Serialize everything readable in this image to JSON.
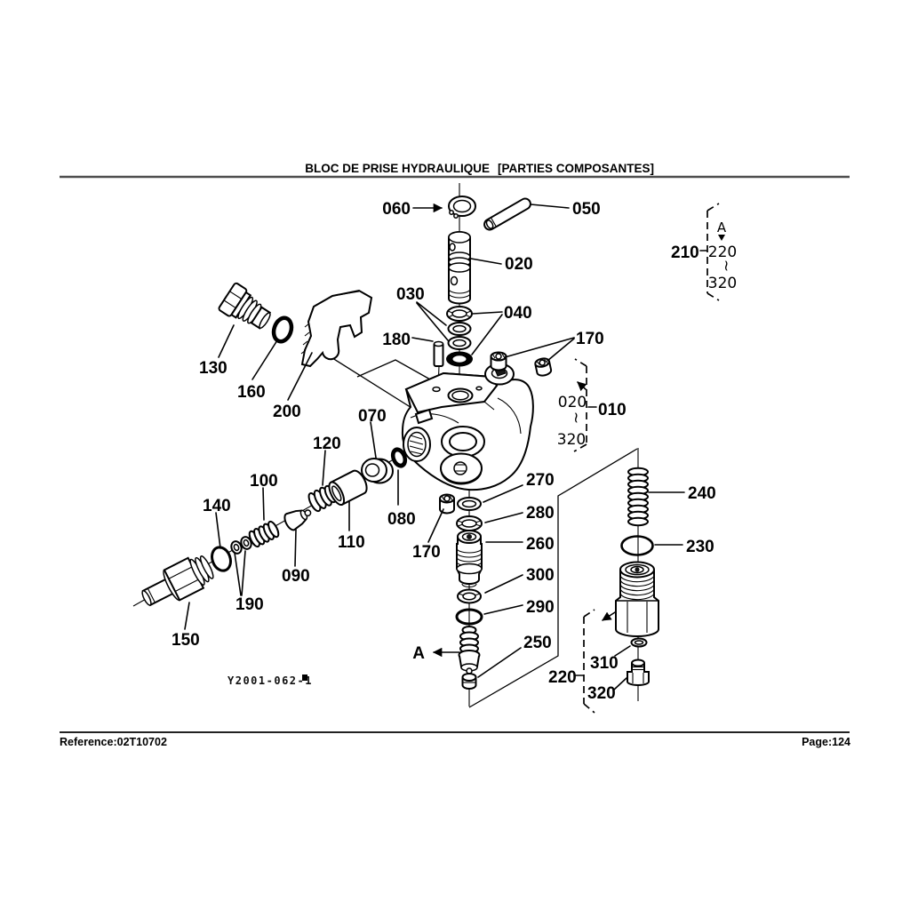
{
  "header": {
    "title_main": "BLOC DE PRISE HYDRAULIQUE",
    "title_sub": "[PARTIES COMPOSANTES]"
  },
  "footer": {
    "reference": "Reference:02T10702",
    "page": "Page:124"
  },
  "figure_code": "Y2001-062-1",
  "diagram": {
    "part_labels": {
      "p010": "010",
      "p020": "020",
      "p030": "030",
      "p040": "040",
      "p050": "050",
      "p060": "060",
      "p070": "070",
      "p080": "080",
      "p090": "090",
      "p100": "100",
      "p110": "110",
      "p120": "120",
      "p130": "130",
      "p140": "140",
      "p150": "150",
      "p160": "160",
      "p170a": "170",
      "p170b": "170",
      "p180": "180",
      "p190": "190",
      "p200": "200",
      "p210": "210",
      "p220b": "220",
      "p230": "230",
      "p240": "240",
      "p250": "250",
      "p260": "260",
      "p270": "270",
      "p280": "280",
      "p290": "290",
      "p300": "300",
      "p310": "310",
      "p320b": "320",
      "detail_a": "A"
    },
    "brackets": {
      "b010": {
        "from": "020",
        "tilde": "~",
        "to": "320"
      },
      "b210": {
        "detail": "A",
        "from": "220",
        "tilde": "~",
        "to": "320"
      },
      "b220": {
        "label": "220"
      }
    }
  }
}
